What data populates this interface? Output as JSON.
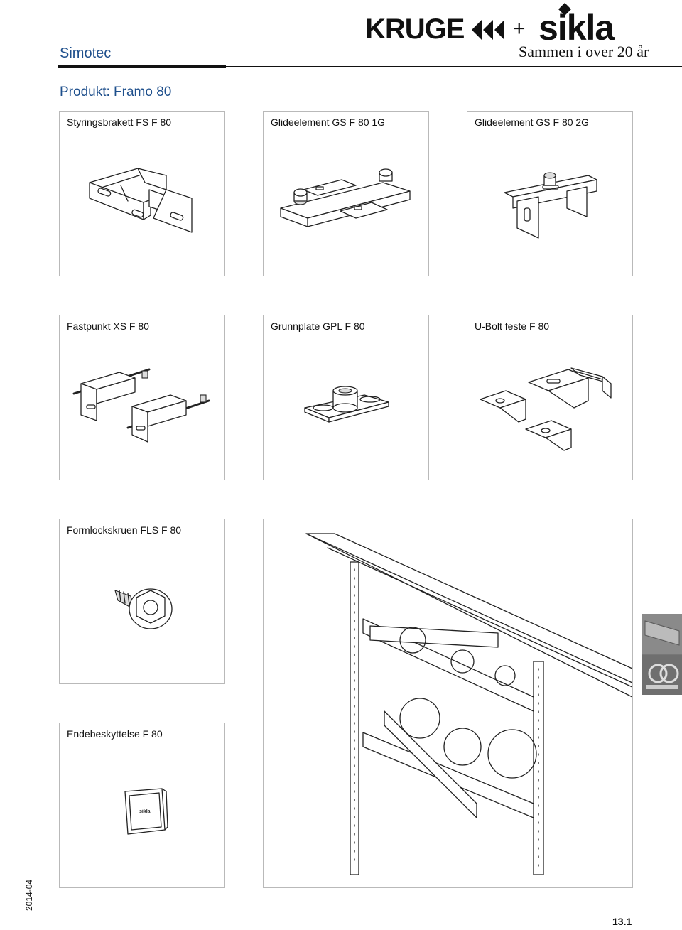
{
  "header": {
    "brand": "Simotec",
    "logo_left": "KRUGE",
    "logo_plus": "+",
    "logo_right": "sikla",
    "tagline": "Sammen i over 20 år"
  },
  "page_title": "Produkt: Framo 80",
  "products": [
    {
      "name": "Styringsbrakett FS F 80",
      "icon": "guide-bracket-icon"
    },
    {
      "name": "Glideelement GS F 80 1G",
      "icon": "slide-element-1g-icon"
    },
    {
      "name": "Glideelement GS F 80 2G",
      "icon": "slide-element-2g-icon"
    },
    {
      "name": "Fastpunkt XS F 80",
      "icon": "fixed-point-icon"
    },
    {
      "name": "Grunnplate GPL F 80",
      "icon": "base-plate-icon"
    },
    {
      "name": "U-Bolt feste F 80",
      "icon": "u-bolt-bracket-icon"
    },
    {
      "name": "Formlockskruen FLS F 80",
      "icon": "screw-icon"
    },
    {
      "name": "Endebeskyttelse F 80",
      "icon": "end-cap-icon"
    }
  ],
  "footer": {
    "date": "2014-04",
    "page_number": "13.1"
  },
  "colors": {
    "brand_blue": "#1e4f8c",
    "border": "#b9b9b9"
  }
}
